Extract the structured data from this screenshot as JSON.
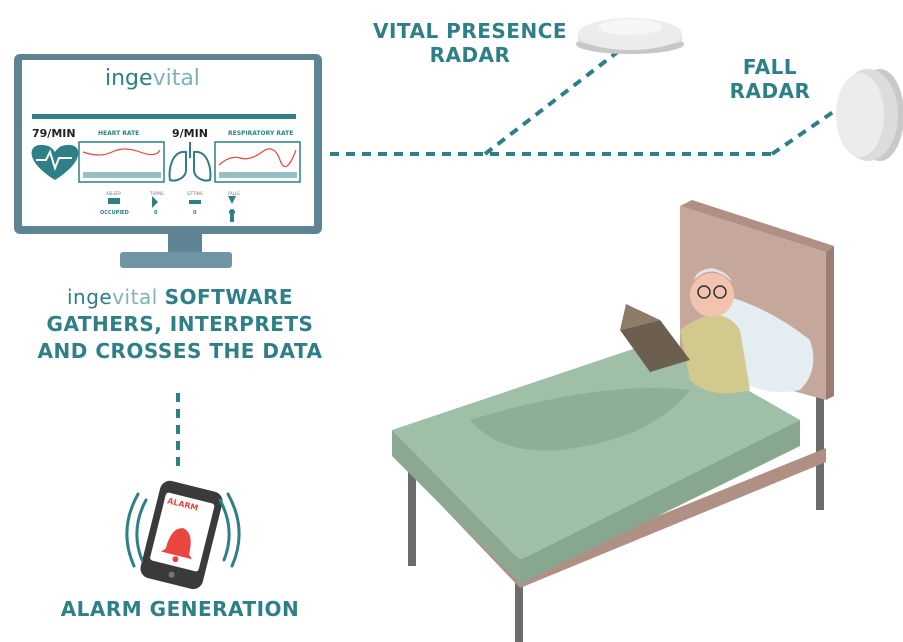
{
  "labels": {
    "vital_presence_radar": [
      "VITAL PRESENCE",
      "RADAR"
    ],
    "fall_radar": [
      "FALL",
      "RADAR"
    ],
    "software_line1": "SOFTWARE",
    "software_line2": "GATHERS, INTERPRETS",
    "software_line3": "AND CROSSES THE DATA",
    "alarm_generation": "ALARM GENERATION"
  },
  "logo": {
    "part1": "inge",
    "part2": "vital"
  },
  "monitor": {
    "heart_rate_value": "79/MIN",
    "heart_rate_label": "HEART RATE",
    "respiratory_value": "9/MIN",
    "respiratory_label": "RESPIRATORY RATE",
    "status_items": [
      {
        "label": "ASLEEP",
        "value": "OCCUPIED"
      },
      {
        "label": "TURNS",
        "value": "0"
      },
      {
        "label": "SITTING",
        "value": "0"
      },
      {
        "label": "FALLS",
        "value": ""
      }
    ]
  },
  "phone": {
    "alarm_text": "ALARM"
  },
  "colors": {
    "accent": "#2e7f86",
    "dashed_line": "#2e7f86",
    "alarm_red": "#e8463f",
    "bed_sheet": "#9fbfa6",
    "headboard": "#c6a79c"
  }
}
